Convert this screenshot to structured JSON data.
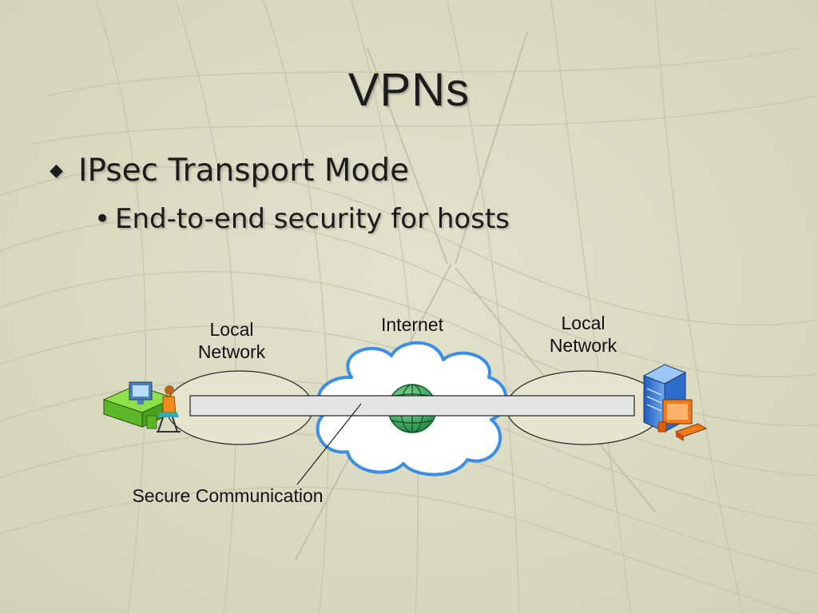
{
  "slide": {
    "title": "VPNs",
    "bullets": [
      {
        "marker": "◆",
        "text": "IPsec Transport Mode"
      },
      {
        "marker": "•",
        "text": "End-to-end security for hosts"
      }
    ]
  },
  "diagram": {
    "labels": {
      "left_network_line1": "Local",
      "left_network_line2": "Network",
      "internet": "Internet",
      "right_network_line1": "Local",
      "right_network_line2": "Network",
      "secure_link": "Secure Communication"
    },
    "icons": [
      "workstation-user-icon",
      "globe-icon",
      "server-computer-icon",
      "cloud-icon"
    ],
    "colors": {
      "background": "#dcdbc4",
      "cloud_outline": "#3a8ee6",
      "network_fill": "#e6e3ce",
      "secure_bar": "#e4e4e4",
      "globe": "#2faa5a"
    }
  }
}
